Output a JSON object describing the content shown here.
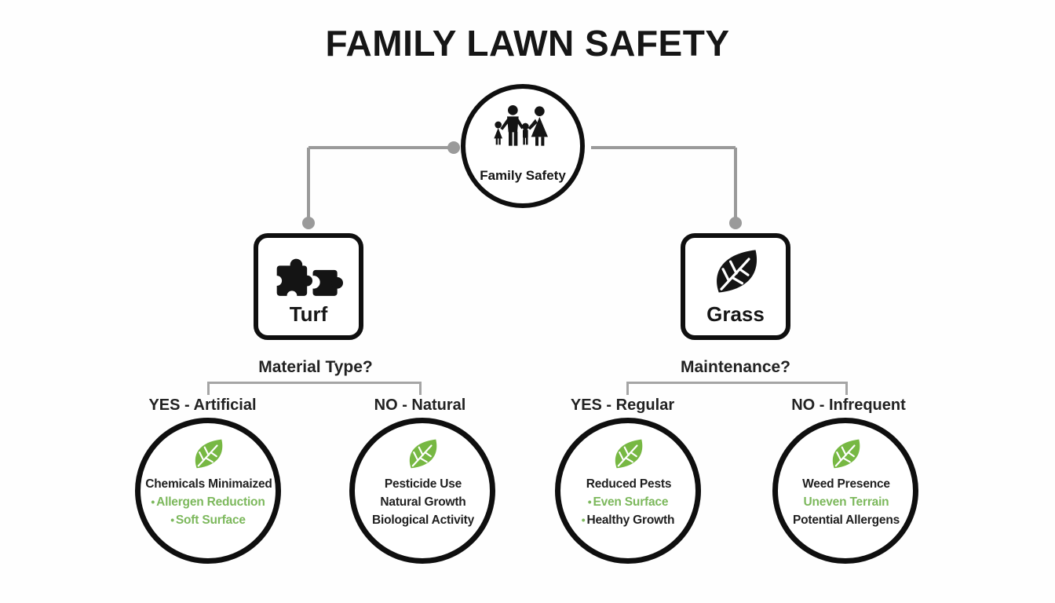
{
  "title": "FAMILY LAWN SAFETY",
  "colors": {
    "ink": "#161616",
    "green_text": "#7cb85c",
    "leaf_green": "#77b843",
    "connector_gray": "#9a9a9a",
    "bracket_gray": "#a5a5a5"
  },
  "root": {
    "label": "Family Safety",
    "icon": "family-icon"
  },
  "branches": [
    {
      "node_label": "Turf",
      "icon": "puzzle-icon",
      "question": "Material Type?",
      "options": [
        {
          "label": "YES - Artificial"
        },
        {
          "label": "NO - Natural"
        }
      ]
    },
    {
      "node_label": "Grass",
      "icon": "leaf-icon",
      "question": "Maintenance?",
      "options": [
        {
          "label": "YES - Regular"
        },
        {
          "label": "NO - Infrequent"
        }
      ]
    }
  ],
  "outcomes": [
    {
      "icon": "leaf-icon",
      "lines": [
        {
          "bullet": "",
          "text": "Chemicals Minimaized",
          "color": "#1f1f1f"
        },
        {
          "bullet": "•",
          "text": "Allergen Reduction",
          "color": "#7cb85c"
        },
        {
          "bullet": "•",
          "text": "Soft Surface",
          "color": "#7cb85c"
        }
      ]
    },
    {
      "icon": "leaf-icon",
      "lines": [
        {
          "bullet": "",
          "text": "Pesticide Use",
          "color": "#1f1f1f"
        },
        {
          "bullet": "",
          "text": "Natural Growth",
          "color": "#1f1f1f"
        },
        {
          "bullet": "",
          "text": "Biological Activity",
          "color": "#1f1f1f"
        }
      ]
    },
    {
      "icon": "leaf-icon",
      "lines": [
        {
          "bullet": "",
          "text": "Reduced Pests",
          "color": "#1f1f1f"
        },
        {
          "bullet": "•",
          "text": "Even Surface",
          "color": "#7cb85c"
        },
        {
          "bullet": "•",
          "text": "Healthy Growth",
          "color": "#1f1f1f"
        }
      ]
    },
    {
      "icon": "leaf-icon",
      "lines": [
        {
          "bullet": "",
          "text": "Weed Presence",
          "color": "#1f1f1f"
        },
        {
          "bullet": "",
          "text": "Uneven Terrain",
          "color": "#7cb85c"
        },
        {
          "bullet": "",
          "text": "Potential Allergens",
          "color": "#1f1f1f"
        }
      ]
    }
  ]
}
